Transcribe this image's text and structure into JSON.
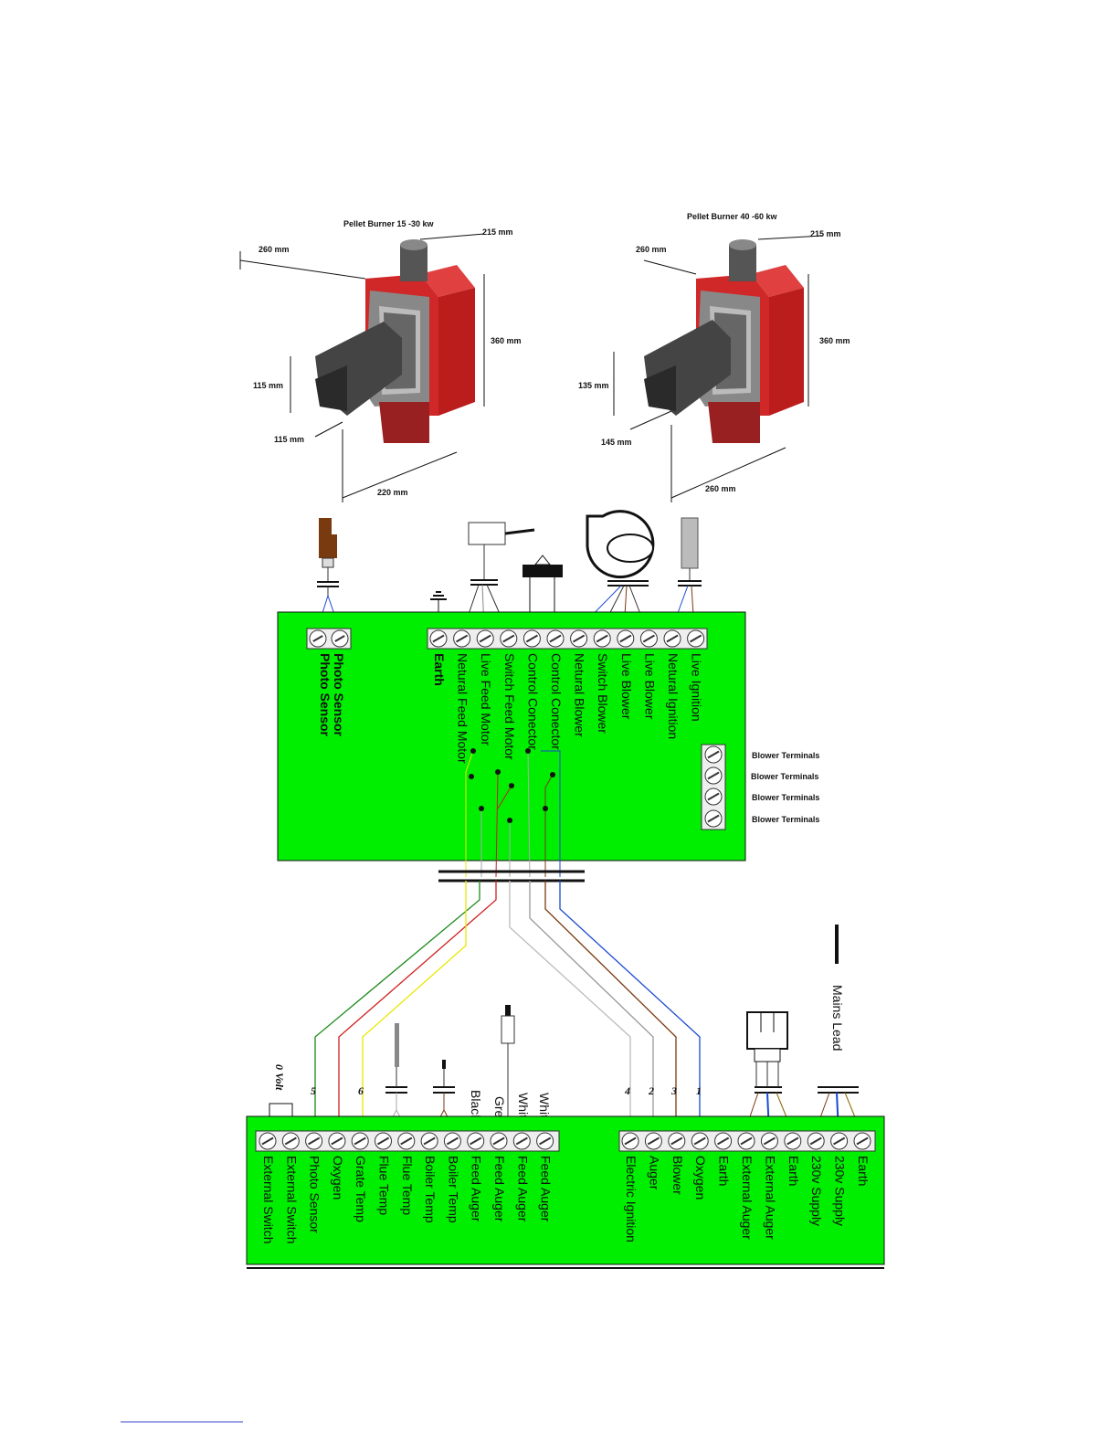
{
  "burners": [
    {
      "title": "Pellet Burner 15 -30 kw",
      "dims": [
        "260 mm",
        "215 mm",
        "360 mm",
        "115 mm",
        "115 mm",
        "220 mm"
      ]
    },
    {
      "title": "Pellet Burner 40 -60 kw",
      "dims": [
        "260 mm",
        "215 mm",
        "360 mm",
        "135 mm",
        "145 mm",
        "260 mm"
      ]
    }
  ],
  "upper_board": {
    "photo_terminals": [
      "Photo Sensor",
      "Photo Sensor"
    ],
    "main_terminals": [
      "Earth",
      "Netural Feed Motor",
      "Live Feed Motor",
      "Switch Feed Motor",
      "Control Conector",
      "Control Conector",
      "Netural Blower",
      "Switch Blower",
      "Live Blower",
      "Live Blower",
      "Netural Ignition",
      "Live Ignition"
    ],
    "blower_terminals": [
      "Blower Terminals",
      "Blower Terminals",
      "Blower Terminals",
      "Blower Terminals"
    ]
  },
  "lower_board": {
    "left_terminals": [
      "External Switch",
      "External Switch",
      "Photo Sensor",
      "Oxygen",
      "Grate Temp",
      "Flue Temp",
      "Flue Temp",
      "Boiler Temp",
      "Boiler Temp",
      "Feed Auger",
      "Feed Auger",
      "Feed Auger",
      "Feed Auger"
    ],
    "right_terminals": [
      "Electric Ignition",
      "Auger",
      "Blower",
      "Oxygen",
      "Earth",
      "External Auger",
      "External Auger",
      "Earth",
      "230v Supply",
      "230v Supply",
      "Earth"
    ],
    "wire_colors": [
      "Black",
      "Grey",
      "White",
      "White"
    ],
    "wire_numbers": [
      "5",
      "6",
      "4",
      "2",
      "3",
      "1"
    ],
    "zero_volt": "0 Volt",
    "mains_lead": "Mains Lead"
  },
  "colors": {
    "board": "#00ee00",
    "burner_body": "#cc2222",
    "burner_metal": "#666666"
  }
}
